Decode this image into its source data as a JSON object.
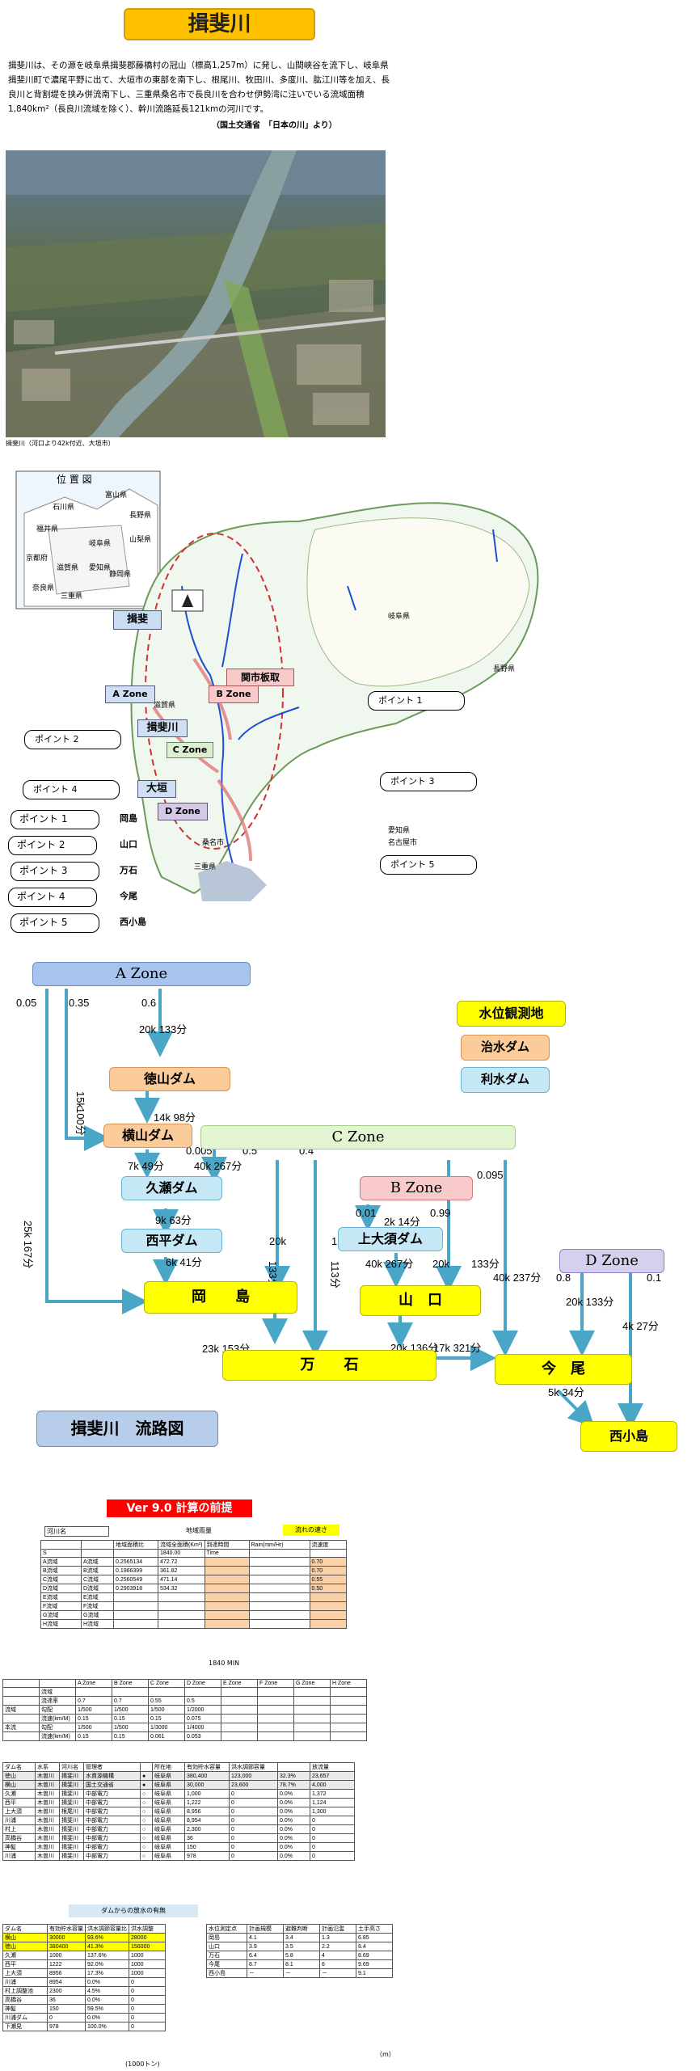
{
  "title": "揖斐川",
  "intro": "揖斐川は、その源を岐阜県揖斐郡藤橋村の冠山（標高1,257m）に発し、山間峡谷を流下し、岐阜県揖斐川町で濃尾平野に出て、大垣市の東部を南下し、根尾川、牧田川、多度川、肱江川等を加え、長良川と背割堤を挟み併流南下し、三重県桑名市で長良川を合わせ伊勢湾に注いでいる流域面積1,840km²（長良川流域を除く）、幹川流路延長121kmの河川です。",
  "source": "（国土交通省　「日本の川」より）",
  "caption": "揖斐川（河口より42k付近、大垣市）",
  "location_map": {
    "title": "位 置 図",
    "prefs": [
      "富山県",
      "石川県",
      "長野県",
      "福井県",
      "岐阜県",
      "山梨県",
      "滋賀県",
      "愛知県",
      "静岡県",
      "京都府",
      "奈良県",
      "三重県"
    ]
  },
  "basin_map": {
    "labels": [
      "揖斐",
      "A Zone",
      "B Zone",
      "C Zone",
      "関市板取",
      "揖斐川",
      "大垣",
      "D Zone"
    ],
    "points_left": [
      "ポイント 1",
      "ポイント 2",
      "ポイント 3",
      "ポイント 4",
      "ポイント 5"
    ],
    "point_names": [
      "岡島",
      "山口",
      "万石",
      "今尾",
      "西小島"
    ],
    "callouts": [
      "ポイント 1",
      "ポイント 2",
      "ポイント 3",
      "ポイント 4",
      "ポイント 5"
    ],
    "places": [
      "岐阜県",
      "長野県",
      "愛知県",
      "三重県",
      "滋賀県",
      "名古屋市",
      "桑名市"
    ]
  },
  "flow": {
    "zones": {
      "a": "A Zone",
      "b": "B Zone",
      "c": "C Zone",
      "d": "D Zone"
    },
    "dams": [
      "徳山ダム",
      "横山ダム",
      "久瀬ダム",
      "西平ダム",
      "上大須ダム"
    ],
    "stations": [
      "岡　　島",
      "山　口",
      "万　　石",
      "今　尾",
      "西小島"
    ],
    "legend": [
      "水位観測地",
      "治水ダム",
      "利水ダム"
    ],
    "title": "揖斐川　流路図",
    "labels": [
      "0.05",
      "0.35",
      "0.6",
      "20k 133分",
      "15k",
      "100分",
      "14k 98分",
      "0.005",
      "0.5",
      "0.4",
      "7k 49分",
      "40k 267分",
      "9k 63分",
      "6k 41分",
      "25k 167分",
      "20k",
      "133分",
      "17k",
      "113分",
      "0.01",
      "2k 14分",
      "0.99",
      "40k 267分",
      "20k",
      "133分",
      "0.095",
      "40k 237分",
      "0.8",
      "0.1",
      "20k 133分",
      "4k 27分",
      "23k 153分",
      "20k 136分",
      "17k 321分",
      "5k 34分"
    ]
  },
  "sheet": {
    "ver": "Ver 9.0 計算の前提",
    "hdr": "流れの速さ",
    "river": "河川名",
    "basin": "地域雨量",
    "cols1": [
      "地域面積比",
      "流域全面積(Km²)",
      "到達時間",
      "Rain(mm/Hr)",
      "流速度"
    ],
    "total": "1840.00",
    "time": "Time",
    "rows1": [
      [
        "A流域",
        "A流域",
        "0.2565134",
        "472.72",
        "",
        "",
        "0.70"
      ],
      [
        "B流域",
        "B流域",
        "0.1966399",
        "361.82",
        "",
        "",
        "0.70"
      ],
      [
        "C流域",
        "C流域",
        "0.2560549",
        "471.14",
        "",
        "",
        "0.55"
      ],
      [
        "D流域",
        "D流域",
        "0.2903918",
        "534.32",
        "",
        "",
        "0.50"
      ],
      [
        "E流域",
        "E流域",
        "",
        "",
        "",
        "",
        ""
      ],
      [
        "F流域",
        "F流域",
        "",
        "",
        "",
        "",
        ""
      ],
      [
        "G流域",
        "G流域",
        "",
        "",
        "",
        "",
        ""
      ],
      [
        "H流域",
        "H流域",
        "",
        "",
        "",
        "",
        ""
      ]
    ],
    "sum": "1840 MIN",
    "zones2": [
      "A Zone",
      "B Zone",
      "C Zone",
      "D Zone",
      "E Zone",
      "F Zone",
      "G Zone",
      "H Zone"
    ],
    "rows2": [
      [
        "",
        "流域",
        "",
        "",
        "",
        "",
        "",
        "",
        "",
        ""
      ],
      [
        "",
        "流達率",
        "0.7",
        "0.7",
        "0.55",
        "0.5",
        "",
        "",
        "",
        ""
      ],
      [
        "流域",
        "勾配",
        "1/500",
        "1/500",
        "1/500",
        "1/2000",
        "",
        "",
        "",
        ""
      ],
      [
        "",
        "流速(km/M)",
        "0.15",
        "0.15",
        "0.15",
        "0.075",
        "",
        "",
        "",
        ""
      ],
      [
        "本流",
        "勾配",
        "1/500",
        "1/500",
        "1/3000",
        "1/4000",
        "",
        "",
        "",
        ""
      ],
      [
        "",
        "流速(km/M)",
        "0.15",
        "0.15",
        "0.061",
        "0.053",
        "",
        "",
        "",
        ""
      ]
    ],
    "dam_hdr": [
      "ダム名",
      "水系",
      "河川名",
      "管理者",
      "",
      "所在地",
      "有効貯水容量",
      "洪水調節容量",
      "",
      "放流量"
    ],
    "dam_rows": [
      [
        "徳山",
        "木曽川",
        "揖斐川",
        "水資源機構",
        "●",
        "岐阜県",
        "380,400",
        "123,000",
        "32.3%",
        "23,657"
      ],
      [
        "横山",
        "木曽川",
        "揖斐川",
        "国土交通省",
        "●",
        "岐阜県",
        "30,000",
        "23,600",
        "78.7%",
        "4,000"
      ],
      [
        "久瀬",
        "木曽川",
        "揖斐川",
        "中部電力",
        "○",
        "岐阜県",
        "1,000",
        "0",
        "0.0%",
        "1,372"
      ],
      [
        "西平",
        "木曽川",
        "揖斐川",
        "中部電力",
        "○",
        "岐阜県",
        "1,222",
        "0",
        "0.0%",
        "1,124"
      ],
      [
        "上大須",
        "木曽川",
        "根尾川",
        "中部電力",
        "○",
        "岐阜県",
        "8,956",
        "0",
        "0.0%",
        "1,300"
      ],
      [
        "川浦",
        "木曽川",
        "揖斐川",
        "中部電力",
        "○",
        "岐阜県",
        "8,954",
        "0",
        "0.0%",
        "0"
      ],
      [
        "村上",
        "木曽川",
        "揖斐川",
        "中部電力",
        "○",
        "岐阜県",
        "2,300",
        "0",
        "0.0%",
        "0"
      ],
      [
        "高橋谷",
        "木曽川",
        "揖斐川",
        "中部電力",
        "○",
        "岐阜県",
        "36",
        "0",
        "0.0%",
        "0"
      ],
      [
        "神髪",
        "木曽川",
        "揖斐川",
        "中部電力",
        "○",
        "岐阜県",
        "150",
        "0",
        "0.0%",
        "0"
      ],
      [
        "川浦",
        "木曽川",
        "揖斐川",
        "中部電力",
        "○",
        "岐阜県",
        "978",
        "0",
        "0.0%",
        "0"
      ]
    ],
    "note": "ダムからの放水の有無",
    "small_hdr": [
      "ダム名",
      "有効貯水容量",
      "洪水調節容量比",
      "洪水調整"
    ],
    "small_rows": [
      [
        "横山",
        "30000",
        "93.6%",
        "28000"
      ],
      [
        "徳山",
        "380400",
        "41.3%",
        "156000"
      ],
      [
        "久瀬",
        "1000",
        "137.6%",
        "1000"
      ],
      [
        "西平",
        "1222",
        "92.0%",
        "1000"
      ],
      [
        "上大須",
        "8956",
        "17.3%",
        "1000"
      ],
      [
        "川浦",
        "8954",
        "0.0%",
        "0"
      ],
      [
        "村上調整池",
        "2300",
        "4.5%",
        "0"
      ],
      [
        "高橋谷",
        "36",
        "0.0%",
        "0"
      ],
      [
        "神髪",
        "150",
        "59.5%",
        "0"
      ],
      [
        "川浦ダム",
        "0",
        "0.0%",
        "0"
      ],
      [
        "下瀬見",
        "978",
        "100.0%",
        "0"
      ]
    ],
    "small_unit": "(1000トン)",
    "lvl_hdr": [
      "水位測定点",
      "計画規模",
      "避難判断",
      "計画氾濫",
      "土手高さ"
    ],
    "lvl_rows": [
      [
        "岡島",
        "4.1",
        "3.4",
        "1.3",
        "6.85"
      ],
      [
        "山口",
        "3.9",
        "3.5",
        "2.2",
        "8.4"
      ],
      [
        "万石",
        "6.4",
        "5.8",
        "4",
        "8.69"
      ],
      [
        "今尾",
        "8.7",
        "8.1",
        "6",
        "9.69"
      ],
      [
        "西小島",
        "－",
        "－",
        "－",
        "9.1"
      ]
    ],
    "lvl_unit": "（m）"
  },
  "colors": {
    "zone_blue": "#a8c4ec",
    "dam_orange": "#fbcc9a",
    "dam_blue": "#c6e8f6",
    "station_yellow": "#ffff00",
    "zoneC_green": "#e4f5d4",
    "zoneB_pink": "#f8caca",
    "arrow": "#4aa6c6"
  }
}
